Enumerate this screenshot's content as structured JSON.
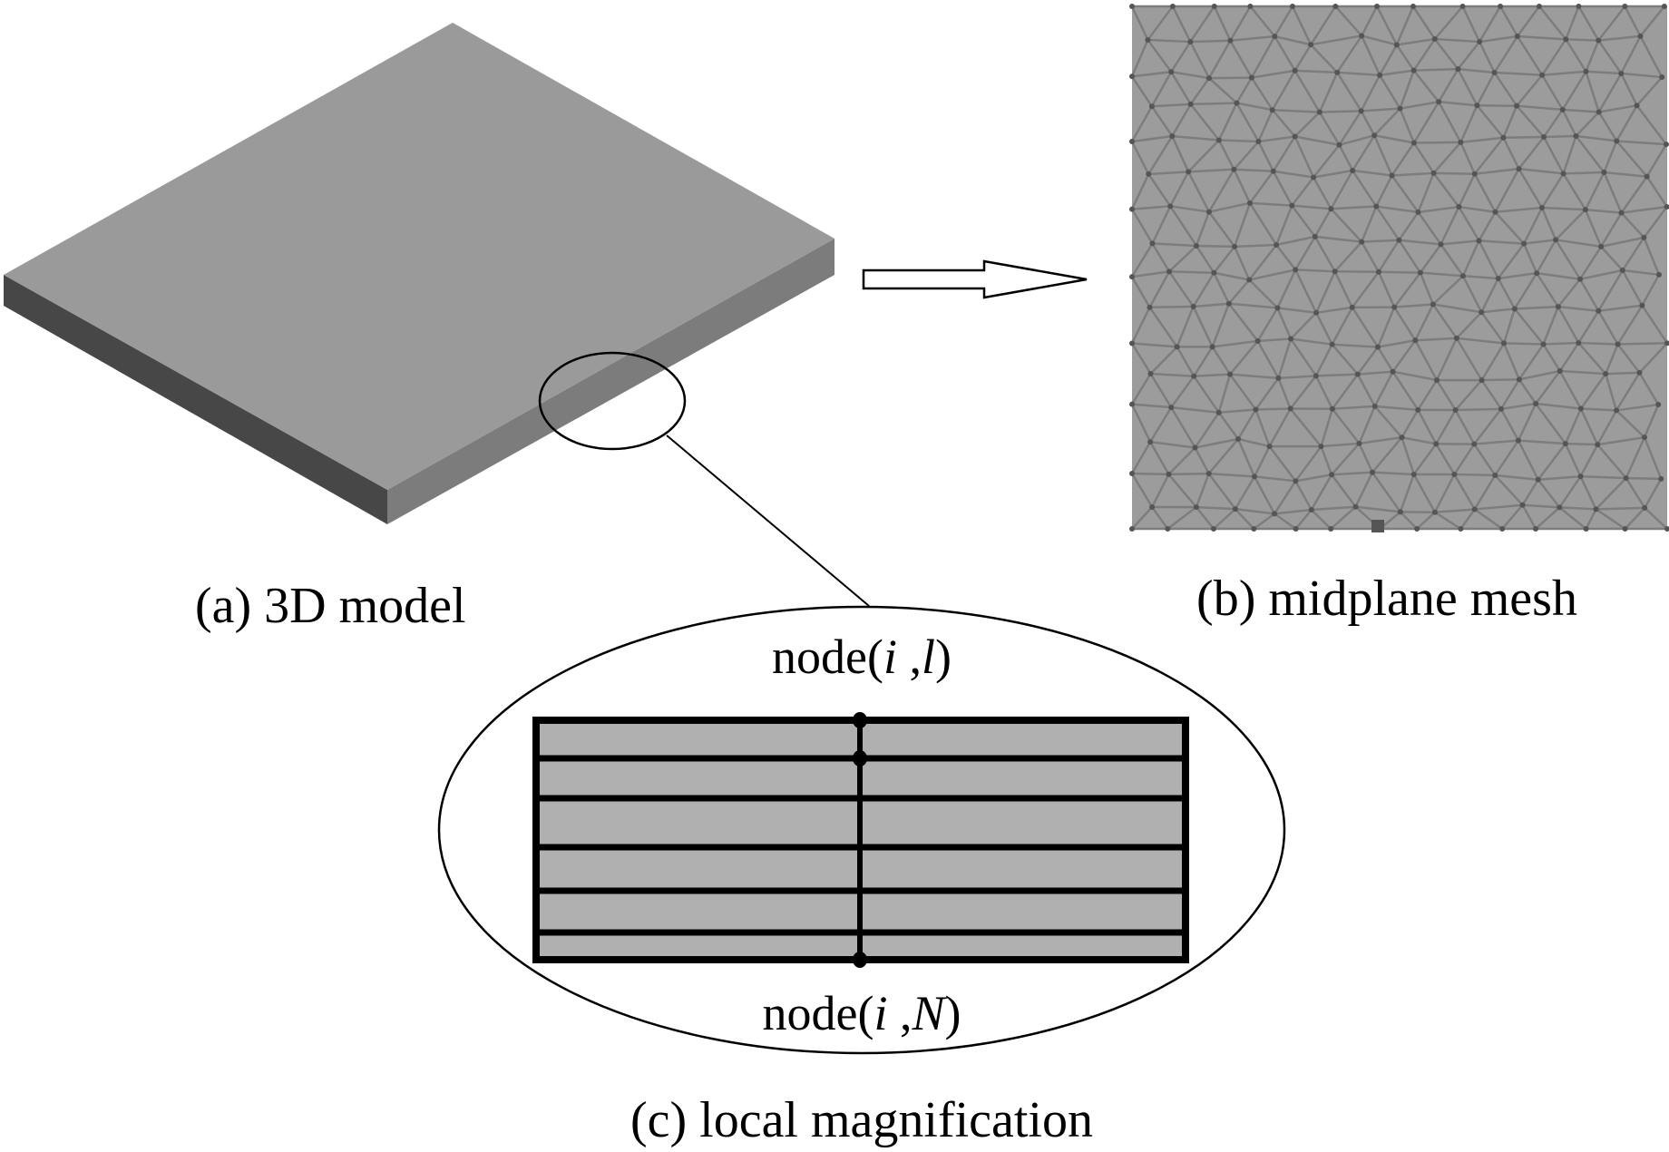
{
  "captions": {
    "a": "(a) 3D model",
    "b": "(b) midplane mesh",
    "c": "(c) local magnification"
  },
  "node_labels": {
    "top": {
      "prefix": "node(",
      "i": "i",
      "sep": " ,",
      "j": "l",
      "suffix": ")"
    },
    "bottom": {
      "prefix": "node(",
      "i": "i",
      "sep": " ,",
      "j": "N",
      "suffix": ")"
    }
  },
  "colors": {
    "plate_top": "#9a9a9a",
    "plate_front": "#7c7c7c",
    "plate_side": "#474747",
    "mesh_fill": "#9c9c9c",
    "mesh_line": "#7d7d7d",
    "section_fill": "#b0b0b0"
  }
}
